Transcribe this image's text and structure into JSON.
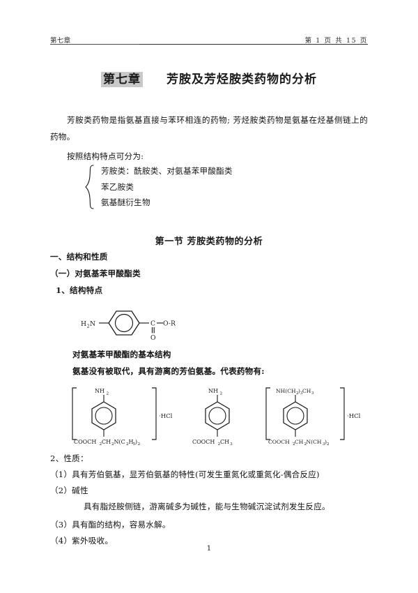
{
  "header": {
    "left": "第七章",
    "right": "第 1 页 共 15 页"
  },
  "title": {
    "chapter": "第七章",
    "text": "芳胺及芳烃胺类药物的分析"
  },
  "intro": {
    "paragraph": "芳胺类药物是指氨基直接与苯环相连的药物; 芳烃胺类药物是氨基在烃基侧链上的药物。",
    "classify_lead": "按照结构特点可分为:",
    "classify_items": [
      "芳胺类：酰胺类、对氨基苯甲酸酯类",
      "苯乙胺类",
      "氨基醚衍生物"
    ]
  },
  "section": {
    "heading": "第一节 芳胺类药物的分析",
    "h1": "一、结构和性质",
    "h2": "（一）对氨基苯甲酸酯类",
    "h3": "1、结构特点"
  },
  "structure_general": {
    "left_label": "H",
    "left_sub": "2",
    "left_label_tail": "N",
    "carbonyl": "C",
    "carbonyl_o": "O",
    "ester_o": "O",
    "r_group": "R",
    "ester_text": "O-R"
  },
  "captions": {
    "basic_structure": "对氨基苯甲酸酯的基本结构",
    "free_amino": "氨基没有被取代，具有游离的芳伯氨基。代表药物有:"
  },
  "drugs": [
    {
      "top_label": "NH",
      "top_sub": "2",
      "bottom_label": "COOCH₂CH₂N(C₂H₅)₂",
      "salt": "HCl",
      "bracketed": true
    },
    {
      "top_label": "NH",
      "top_sub": "2",
      "bottom_label": "COOCH₂CH₃",
      "salt": "",
      "bracketed": false
    },
    {
      "top_label": "NH(CH₂)₃CH₃",
      "top_sub": "",
      "bottom_label": "COOCH₂CH₂N(CH₃)₂",
      "salt": "HCl",
      "bracketed": true
    }
  ],
  "properties": {
    "lead": "2、性质：",
    "item1": "（1）具有芳伯氨基，显芳伯氨基的特性(可发生重氮化或重氮化-偶合反应)",
    "item2": "（2）碱性",
    "item2_detail": "具有脂烃胺侧链，游离碱多为碱性，能与生物碱沉淀试剂发生反应。",
    "item3": "（3）具有酯的结构，容易水解。",
    "item4": "（4）紫外吸收。"
  },
  "footer": {
    "page_number": "1"
  },
  "colors": {
    "ink": "#111111",
    "rule": "#4a4a4a",
    "highlight": "#c9c9c9",
    "paper": "#ffffff"
  }
}
